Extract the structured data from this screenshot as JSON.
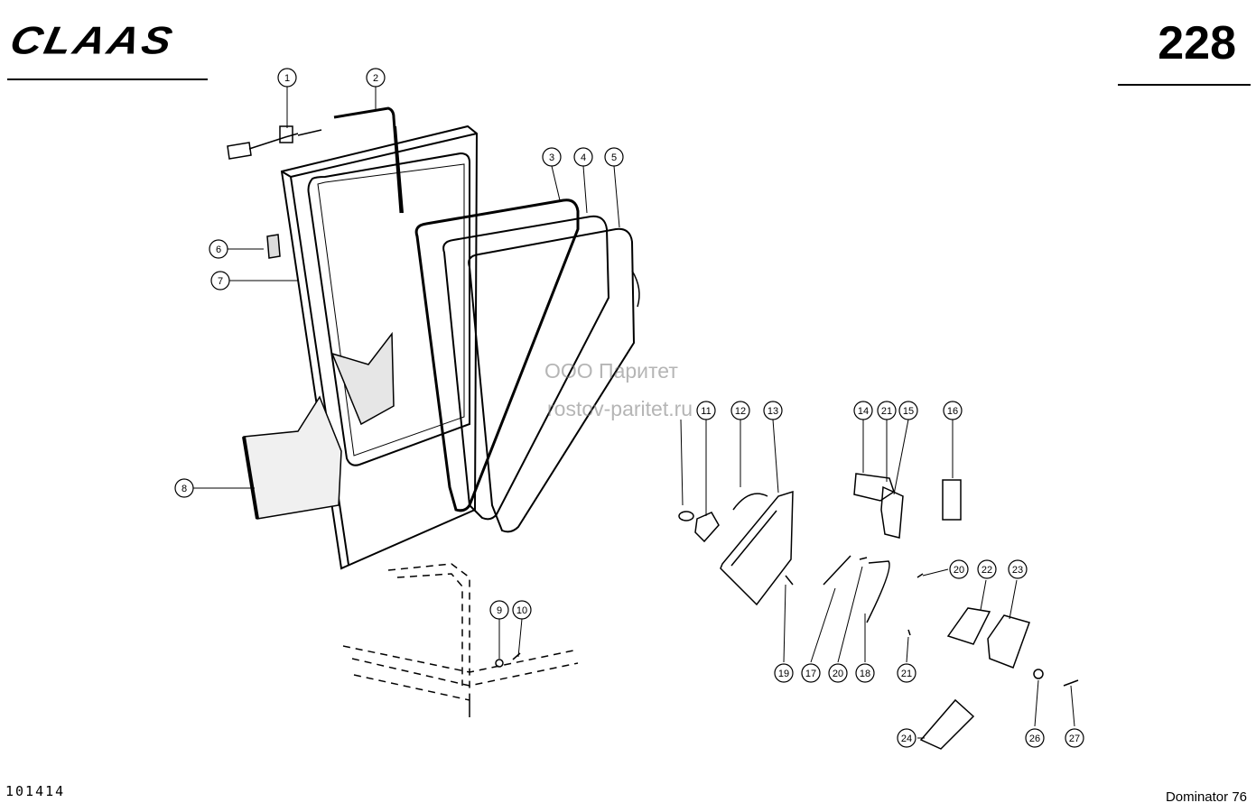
{
  "header": {
    "brand": "CLAAS",
    "page_number": "228"
  },
  "footer": {
    "drawing_number": "101414",
    "model": "Dominator 76"
  },
  "watermark": {
    "line1": "ООО Паритет",
    "line2": "rostov-paritet.ru"
  },
  "callouts": [
    "1",
    "2",
    "3",
    "4",
    "5",
    "6",
    "7",
    "8",
    "9",
    "10",
    "11",
    "12",
    "13",
    "14",
    "15",
    "16",
    "17",
    "18",
    "19",
    "20",
    "21",
    "22",
    "23",
    "24",
    "26",
    "27"
  ]
}
